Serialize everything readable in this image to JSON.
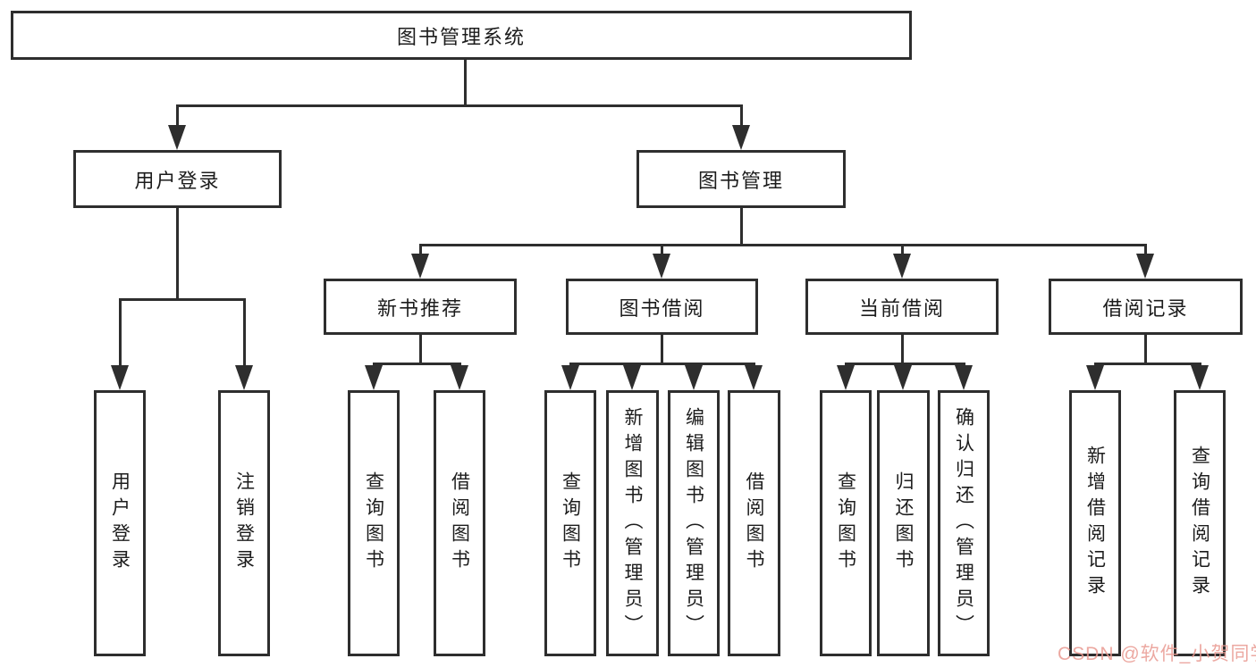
{
  "diagram_type": "tree",
  "colors": {
    "line": "#2e2e2e",
    "text": "#1c1c1c",
    "box_background": "#ffffff",
    "watermark": "#e99991"
  },
  "watermark": {
    "text": "CSDN @软件_小贺同学"
  },
  "tree": {
    "root": {
      "label": "图书管理系统",
      "children": [
        {
          "label": "用户登录",
          "children": [
            {
              "label": "用户登录"
            },
            {
              "label": "注销登录"
            }
          ]
        },
        {
          "label": "图书管理",
          "children": [
            {
              "label": "新书推荐",
              "children": [
                {
                  "label": "查询图书"
                },
                {
                  "label": "借阅图书"
                }
              ]
            },
            {
              "label": "图书借阅",
              "children": [
                {
                  "label": "查询图书"
                },
                {
                  "label": "新增图书（管理员）"
                },
                {
                  "label": "编辑图书（管理员）"
                },
                {
                  "label": "借阅图书"
                }
              ]
            },
            {
              "label": "当前借阅",
              "children": [
                {
                  "label": "查询图书"
                },
                {
                  "label": "归还图书"
                },
                {
                  "label": "确认归还（管理员）"
                }
              ]
            },
            {
              "label": "借阅记录",
              "children": [
                {
                  "label": "新增借阅记录"
                },
                {
                  "label": "查询借阅记录"
                }
              ]
            }
          ]
        }
      ]
    }
  }
}
